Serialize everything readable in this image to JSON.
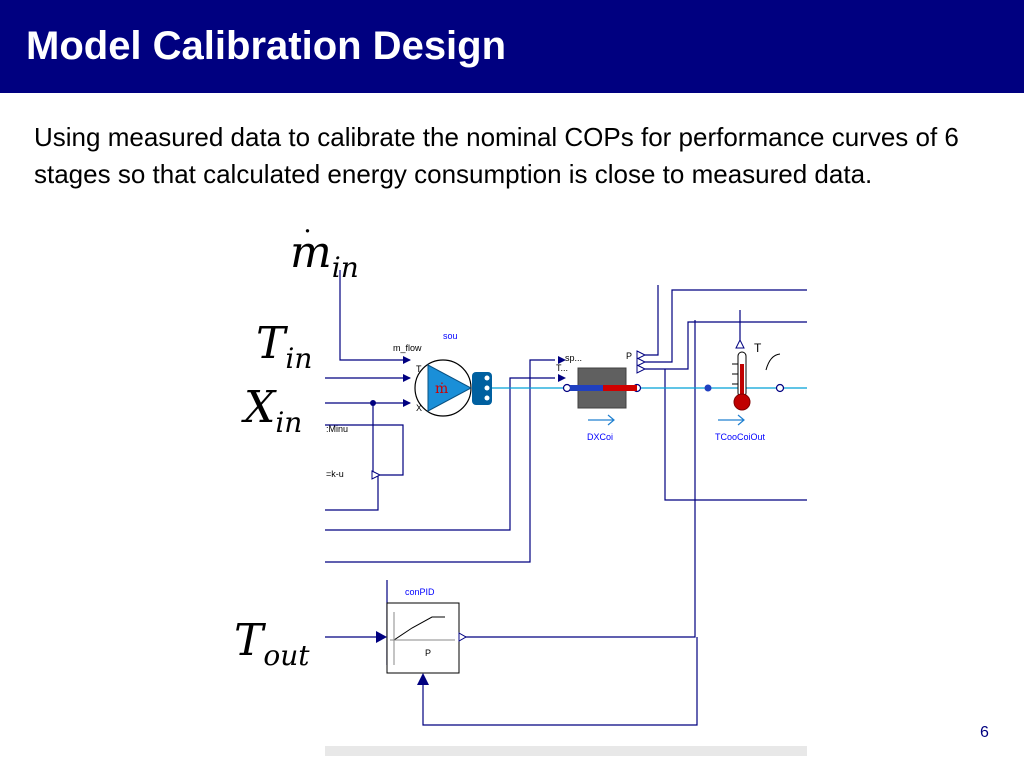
{
  "slide": {
    "title": "Model Calibration Design",
    "body": "Using measured data to calibrate the nominal COPs for performance curves of 6 stages so that calculated energy consumption is close to measured data.",
    "page_number": "6"
  },
  "math_labels": {
    "m_in": {
      "base": "m",
      "sub": "in"
    },
    "t_in": {
      "base": "T",
      "sub": "in"
    },
    "x_in": {
      "base": "X",
      "sub": "in"
    },
    "t_out": {
      "base": "T",
      "sub": "out"
    }
  },
  "diagram": {
    "source": {
      "name": "sou",
      "port_mflow": "m_flow",
      "port_t": "T",
      "port_x": "X",
      "symbol": "ṁ"
    },
    "coil": {
      "name": "DXCoi",
      "port_speed": "sp...",
      "port_t": "T...",
      "port_p": "P"
    },
    "sensor": {
      "name": "TCooCoiOut",
      "port_t": "T"
    },
    "controller": {
      "name": "conPID",
      "mode": "P"
    },
    "partial_blocks": {
      "minus": ":Minu",
      "gain": "=k-u"
    },
    "colors": {
      "fluid_line": "#00a0d8",
      "signal_line": "#000080",
      "hot": "#d00000",
      "cold": "#2040c0",
      "coil_body": "#606060"
    }
  }
}
